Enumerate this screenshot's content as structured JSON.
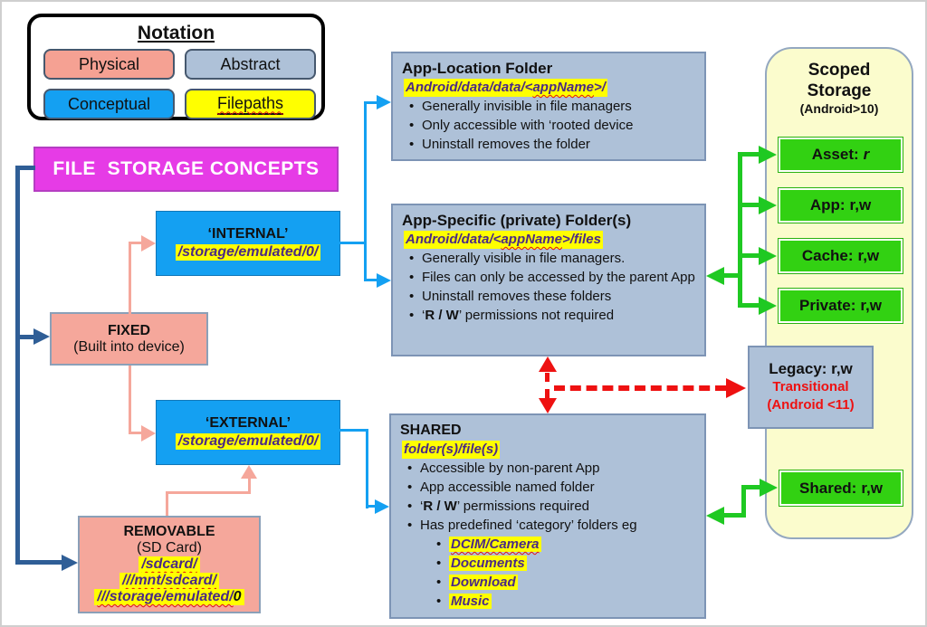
{
  "colors": {
    "physical": "#f5a193",
    "abstract": "#aec1d8",
    "conceptual": "#14a0f2",
    "filepath_bg": "#ffff00",
    "filepath_text": "#4b2a85",
    "banner": "#e63be6",
    "scoped_panel": "#fbfccd",
    "green_box": "#32d112",
    "steel_arrow": "#2f5e96",
    "red_arrow": "#ee1111",
    "green_arrow": "#1fc922"
  },
  "legend": {
    "title": "Notation",
    "physical": "Physical",
    "abstract": "Abstract",
    "conceptual": "Conceptual",
    "filepaths": "Filepaths"
  },
  "banner_title": "FILE  STORAGE CONCEPTS",
  "concepts": {
    "internal": {
      "name": "‘INTERNAL’",
      "path": "/storage/emulated/0/"
    },
    "fixed": {
      "name": "FIXED",
      "sub": "(Built into device)"
    },
    "external": {
      "name": "‘EXTERNAL’",
      "path": "/storage/emulated/0/"
    },
    "removable": {
      "name": "REMOVABLE",
      "sub": "(SD Card)",
      "paths": [
        "/sdcard/",
        "///mnt/sdcard/",
        "///storage/emulated/"
      ],
      "path3_suffix": "0"
    }
  },
  "folders": {
    "app_location": {
      "title": "App-Location Folder",
      "path": [
        "Android/data/data/<",
        "appName",
        ">/"
      ],
      "bullets": [
        "Generally invisible in file managers",
        "Only accessible with ‘rooted device",
        "Uninstall removes the folder"
      ]
    },
    "app_specific": {
      "title": "App-Specific (private) Folder(s)",
      "path": [
        "Android/data/<",
        "appName",
        ">/files"
      ],
      "bullets": [
        "Generally visible in file managers.",
        "Files can only be accessed by the parent App",
        "Uninstall removes these folders"
      ],
      "rw_bullet": [
        "‘",
        "R / W",
        "’ permissions not required"
      ]
    },
    "shared": {
      "title": "SHARED",
      "path": "folder(s)/file(s)",
      "bullets": [
        "Accessible by non-parent App",
        "App accessible named folder"
      ],
      "rw_bullet": [
        "‘",
        "R / W",
        "’ permissions required"
      ],
      "category_bullet": "Has predefined ‘category’ folders eg",
      "categories": [
        "DCIM/Camera",
        "Documents",
        "Download",
        "Music"
      ]
    }
  },
  "scoped": {
    "title": "Scoped Storage",
    "subtitle": "(Android>10)",
    "asset": {
      "label": "Asset:",
      "perm": "r"
    },
    "app": {
      "label": "App:",
      "perm": "r,w"
    },
    "cache": {
      "label": "Cache:",
      "perm": "r,w"
    },
    "private": {
      "label": "Private:",
      "perm": "r,w"
    },
    "shared": {
      "label": "Shared:",
      "perm": "r,w"
    }
  },
  "legacy": {
    "title": "Legacy: r,w",
    "line2": "Transitional",
    "line3": "(Android <11)"
  }
}
